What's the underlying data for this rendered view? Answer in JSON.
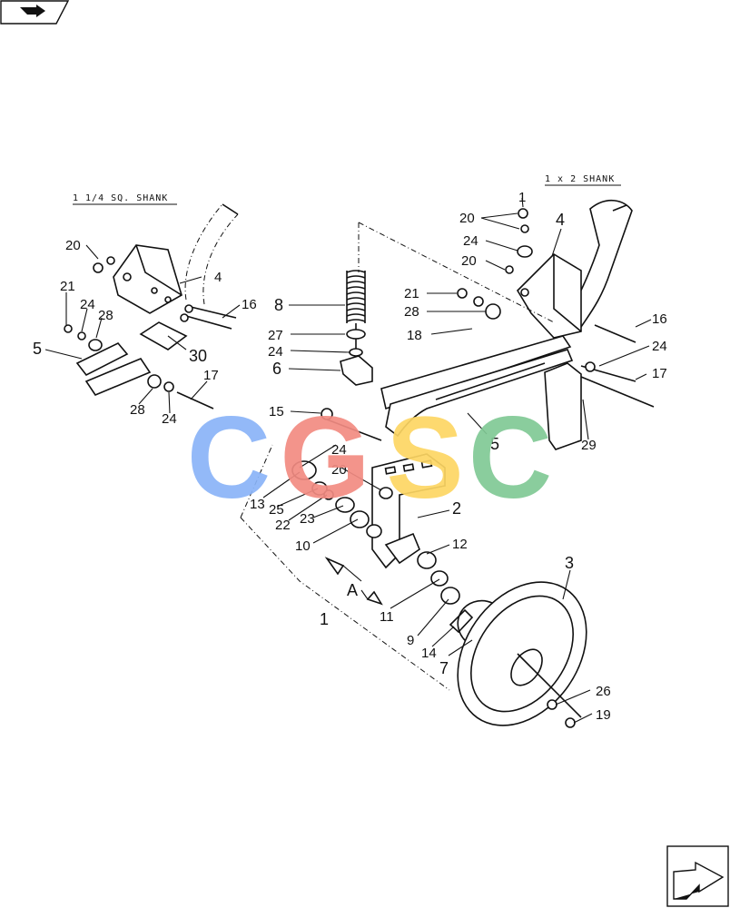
{
  "labels": {
    "shank_left": "1 1/4 SQ. SHANK",
    "shank_right": "1 x 2 SHANK",
    "detail": "A"
  },
  "callouts": [
    {
      "id": "c1-top",
      "text": "1"
    },
    {
      "id": "c20-r",
      "text": "20"
    },
    {
      "id": "c4-r",
      "text": "4"
    },
    {
      "id": "c24-r",
      "text": "24"
    },
    {
      "id": "c20-r2",
      "text": "20"
    },
    {
      "id": "c21-m",
      "text": "21"
    },
    {
      "id": "c28-m",
      "text": "28"
    },
    {
      "id": "c18",
      "text": "18"
    },
    {
      "id": "c8",
      "text": "8"
    },
    {
      "id": "c27",
      "text": "27"
    },
    {
      "id": "c24-m",
      "text": "24"
    },
    {
      "id": "c6",
      "text": "6"
    },
    {
      "id": "c16-r",
      "text": "16"
    },
    {
      "id": "c24-r2",
      "text": "24"
    },
    {
      "id": "c17-r",
      "text": "17"
    },
    {
      "id": "c29",
      "text": "29"
    },
    {
      "id": "c5-r",
      "text": "5"
    },
    {
      "id": "c15",
      "text": "15"
    },
    {
      "id": "c24-c",
      "text": "24"
    },
    {
      "id": "c20-c",
      "text": "20"
    },
    {
      "id": "c13",
      "text": "13"
    },
    {
      "id": "c25",
      "text": "25"
    },
    {
      "id": "c22",
      "text": "22"
    },
    {
      "id": "c23",
      "text": "23"
    },
    {
      "id": "c10",
      "text": "10"
    },
    {
      "id": "c2",
      "text": "2"
    },
    {
      "id": "c12",
      "text": "12"
    },
    {
      "id": "c3",
      "text": "3"
    },
    {
      "id": "c1-b",
      "text": "1"
    },
    {
      "id": "c11",
      "text": "11"
    },
    {
      "id": "c9",
      "text": "9"
    },
    {
      "id": "c14",
      "text": "14"
    },
    {
      "id": "c7",
      "text": "7"
    },
    {
      "id": "c26",
      "text": "26"
    },
    {
      "id": "c19",
      "text": "19"
    },
    {
      "id": "c20-l",
      "text": "20"
    },
    {
      "id": "c4-l",
      "text": "4"
    },
    {
      "id": "c21-l",
      "text": "21"
    },
    {
      "id": "c24-l",
      "text": "24"
    },
    {
      "id": "c28-l",
      "text": "28"
    },
    {
      "id": "c16-l",
      "text": "16"
    },
    {
      "id": "c5-l",
      "text": "5"
    },
    {
      "id": "c30",
      "text": "30"
    },
    {
      "id": "c17-l",
      "text": "17"
    },
    {
      "id": "c28-l2",
      "text": "28"
    },
    {
      "id": "c24-l2",
      "text": "24"
    }
  ],
  "watermark": {
    "letters": [
      "C",
      "G",
      "S",
      "C"
    ],
    "colors": [
      "#8ab4f8",
      "#f28b82",
      "#fdd663",
      "#81c995"
    ]
  }
}
